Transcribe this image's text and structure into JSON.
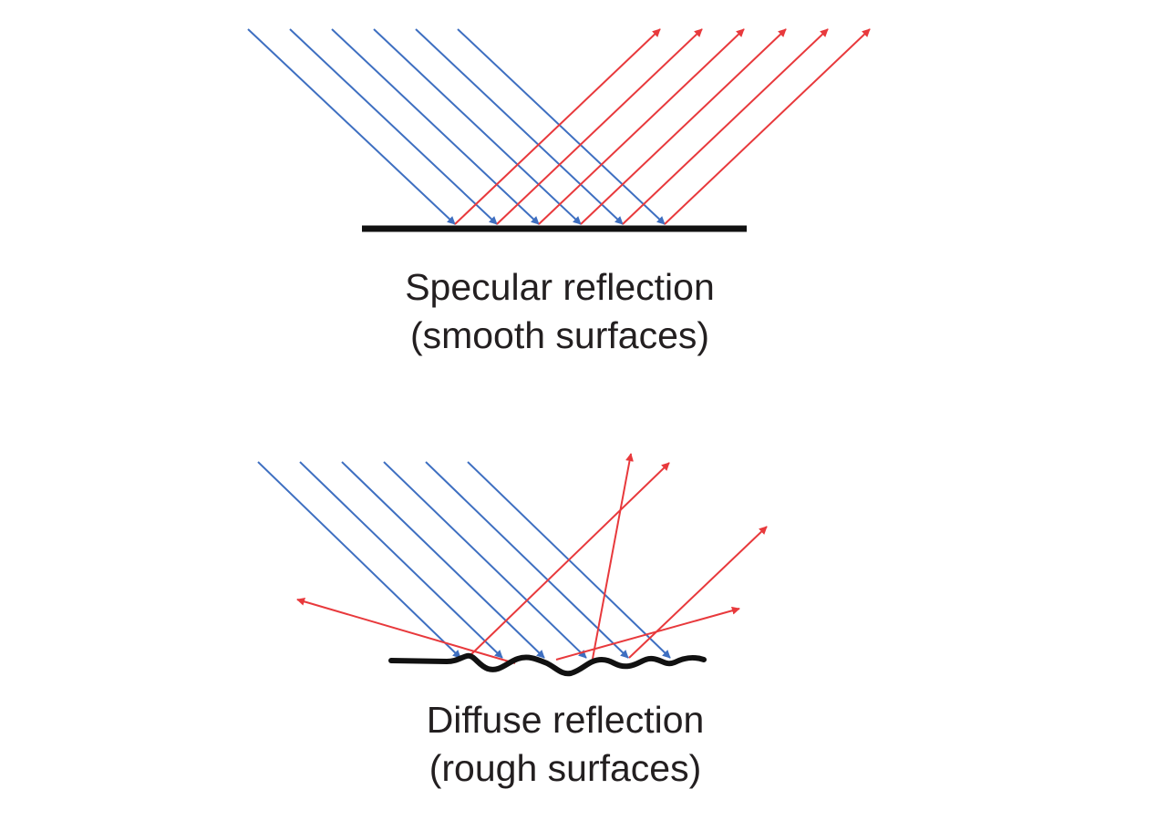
{
  "colors": {
    "incident": "#3e6fc1",
    "reflected": "#e8393c",
    "surface": "#111111",
    "text": "#231f20"
  },
  "specular": {
    "caption_line1": "Specular reflection",
    "caption_line2": "(smooth surfaces)"
  },
  "diffuse": {
    "caption_line1": "Diffuse reflection",
    "caption_line2": "(rough surfaces)"
  }
}
